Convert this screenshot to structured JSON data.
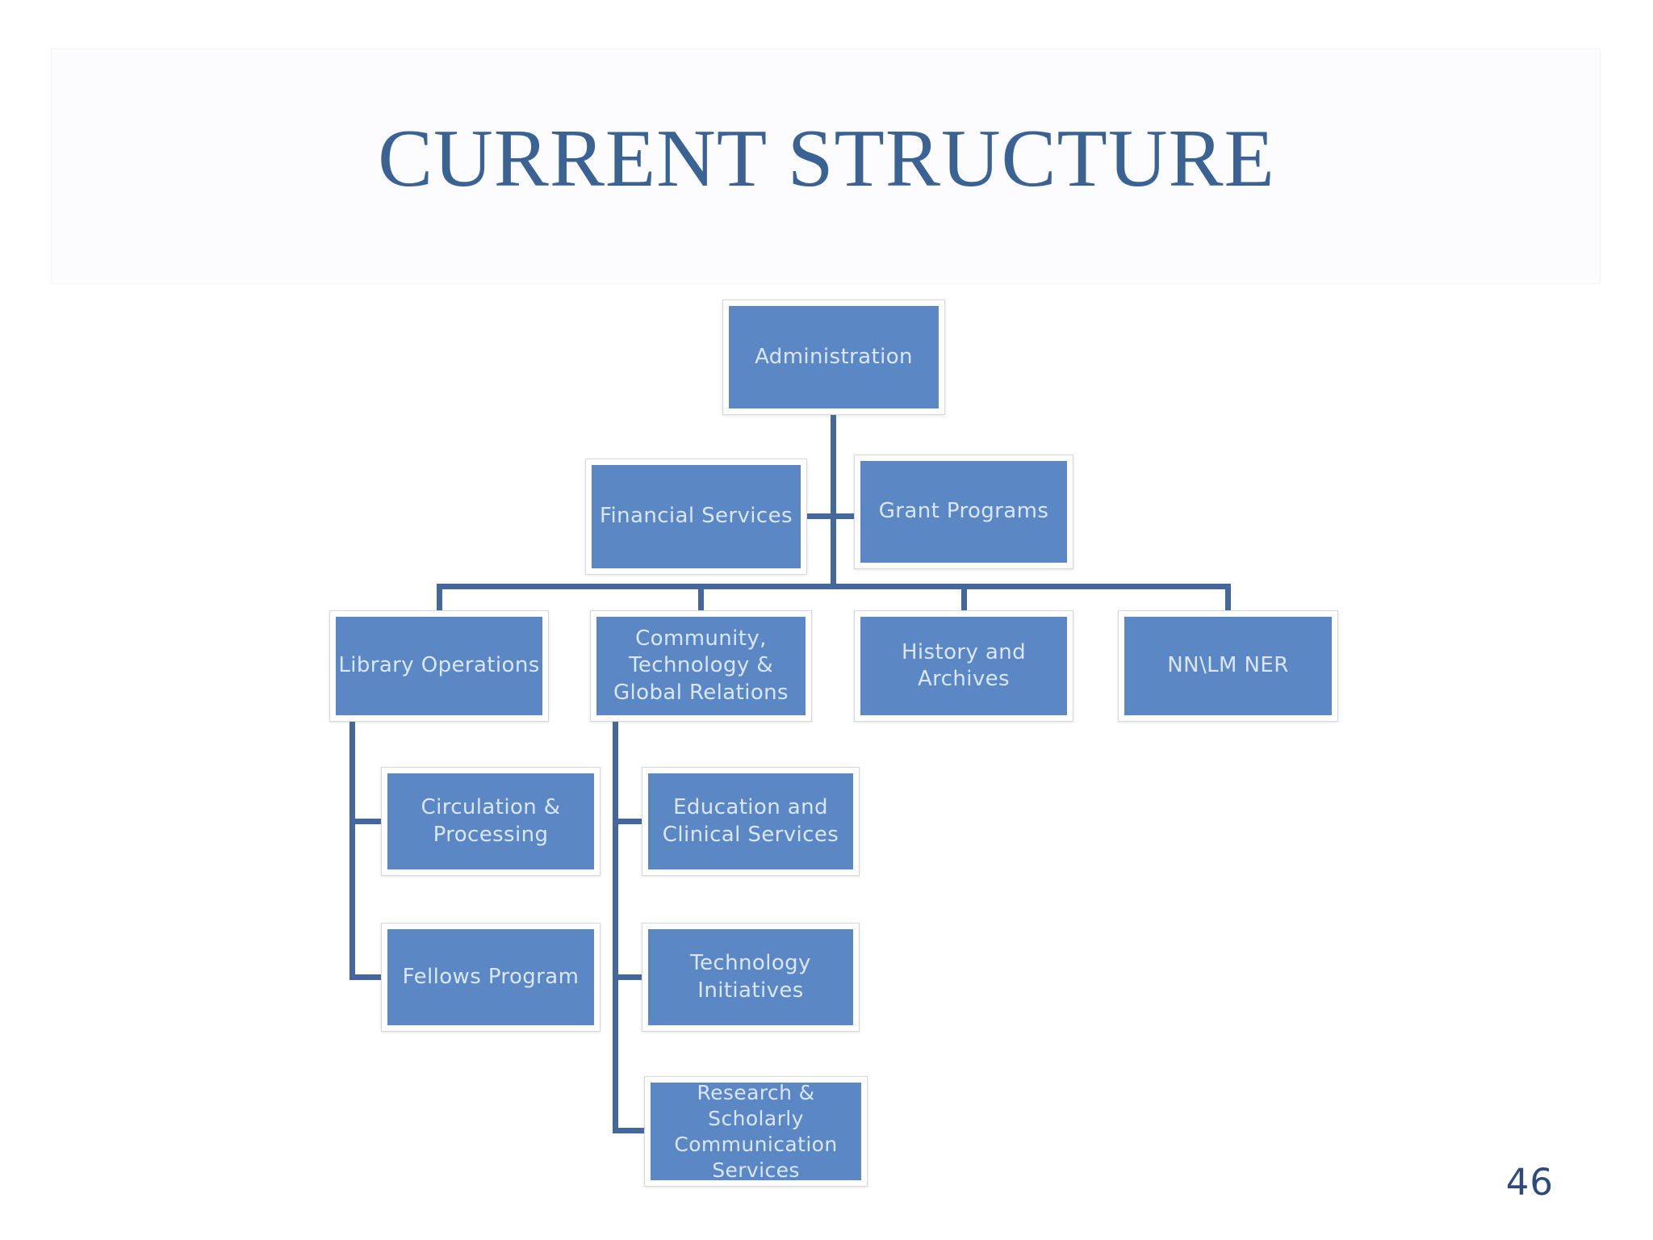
{
  "slide": {
    "title": "CURRENT STRUCTURE",
    "page_number": "46"
  },
  "colors": {
    "title_text": "#3a6393",
    "box_fill": "#5b87c4",
    "box_text": "#d9e7f8",
    "box_border_inner": "#ffffff",
    "box_outline": "#d9d6da",
    "connector": "#44689d",
    "page_number_text": "#2d4a7c",
    "banner_bg": "#fcfbfe",
    "background": "#ffffff"
  },
  "org_chart": {
    "nodes": [
      {
        "id": "administration",
        "label": "Administration"
      },
      {
        "id": "financial-services",
        "label": "Financial Services"
      },
      {
        "id": "grant-programs",
        "label": "Grant Programs"
      },
      {
        "id": "library-operations",
        "label": "Library Operations"
      },
      {
        "id": "community-technology-global-relations",
        "label": "Community,\nTechnology &\nGlobal Relations"
      },
      {
        "id": "history-and-archives",
        "label": "History and\nArchives"
      },
      {
        "id": "nnlm-ner",
        "label": "NN\\LM NER"
      },
      {
        "id": "circulation-processing",
        "label": "Circulation &\nProcessing"
      },
      {
        "id": "education-and-clinical-services",
        "label": "Education and\nClinical Services"
      },
      {
        "id": "fellows-program",
        "label": "Fellows Program"
      },
      {
        "id": "technology-initiatives",
        "label": "Technology\nInitiatives"
      },
      {
        "id": "research-scholarly-communication-services",
        "label": "Research &\nScholarly\nCommunication\nServices"
      }
    ],
    "edges": [
      [
        "administration",
        "financial-services"
      ],
      [
        "administration",
        "grant-programs"
      ],
      [
        "administration",
        "library-operations"
      ],
      [
        "administration",
        "community-technology-global-relations"
      ],
      [
        "administration",
        "history-and-archives"
      ],
      [
        "administration",
        "nnlm-ner"
      ],
      [
        "library-operations",
        "circulation-processing"
      ],
      [
        "library-operations",
        "fellows-program"
      ],
      [
        "community-technology-global-relations",
        "education-and-clinical-services"
      ],
      [
        "community-technology-global-relations",
        "technology-initiatives"
      ],
      [
        "community-technology-global-relations",
        "research-scholarly-communication-services"
      ]
    ]
  }
}
